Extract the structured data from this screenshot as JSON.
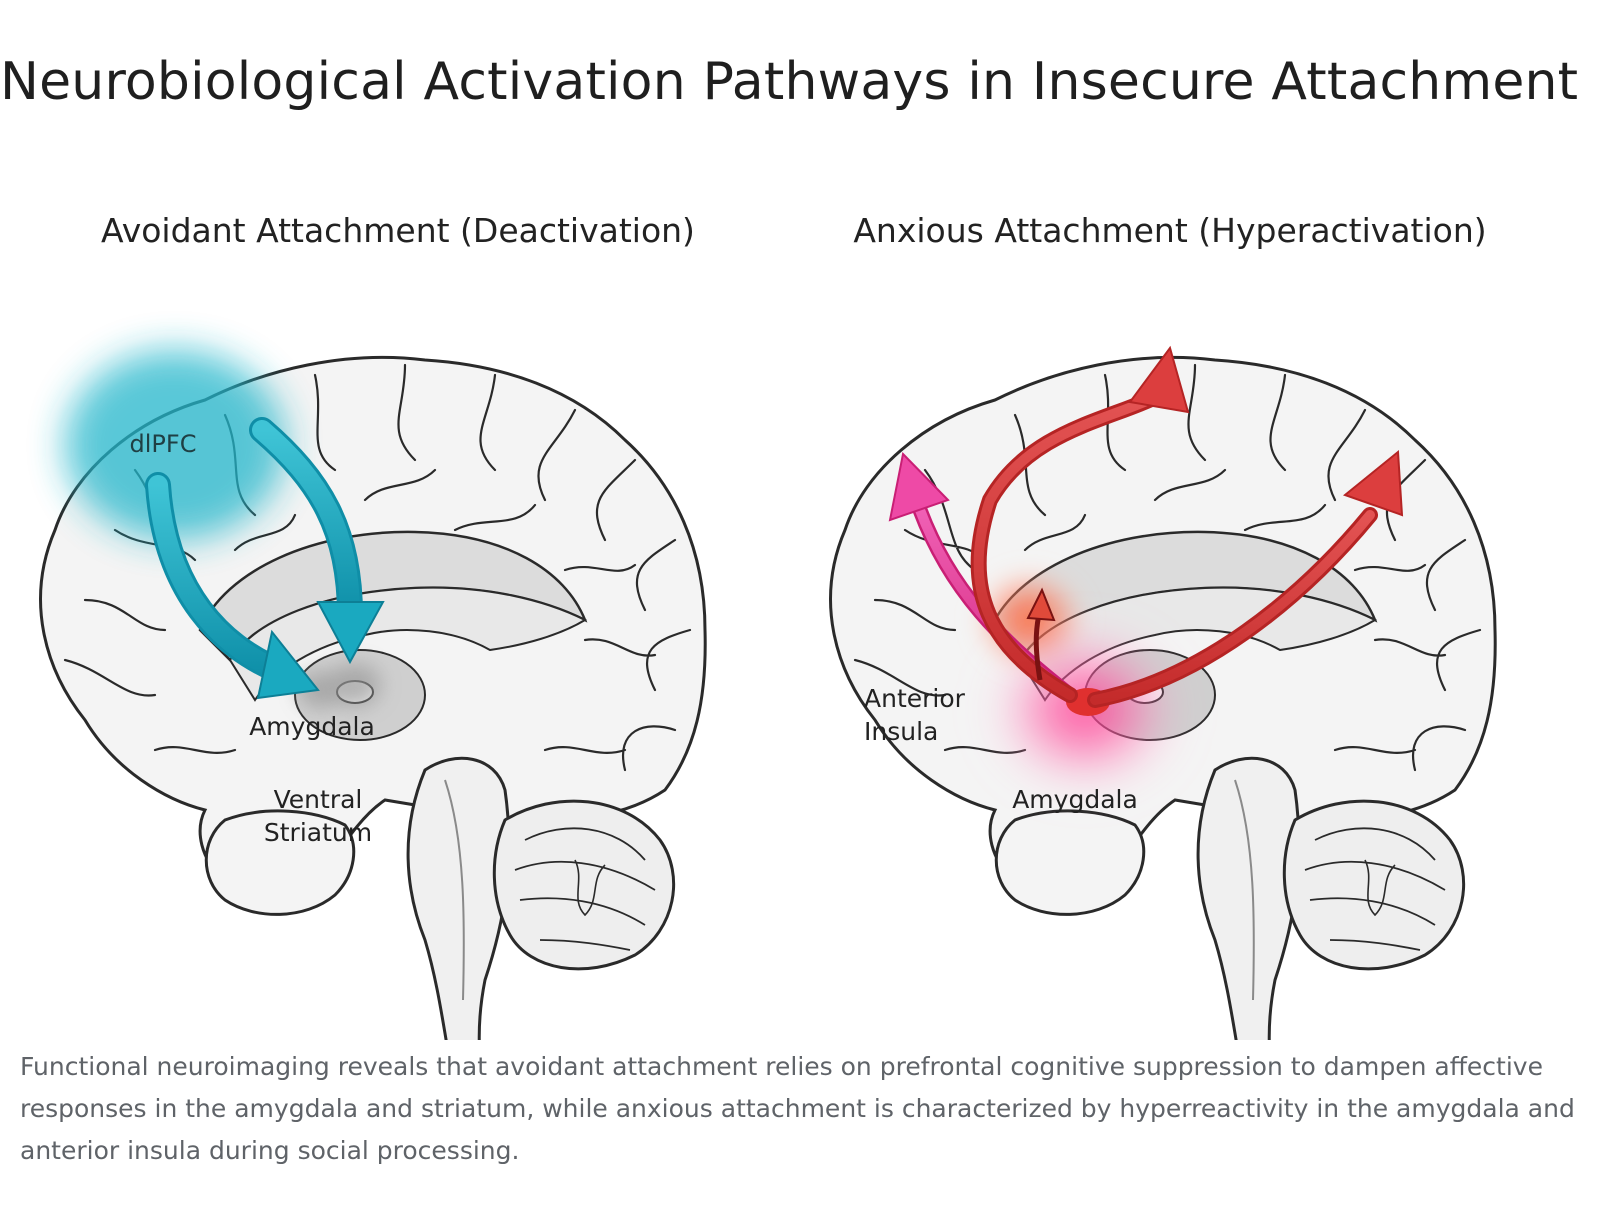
{
  "title": "Neurobiological Activation Pathways in Insecure Attachment",
  "panels": [
    {
      "heading": "Avoidant Attachment (Deactivation)",
      "labels": {
        "dlpfc": "dlPFC",
        "amygdala": "Amygdala",
        "ventral_striatum_line1": "Ventral",
        "ventral_striatum_line2": "Striatum"
      },
      "accent_color": "#1aa9c0"
    },
    {
      "heading": "Anxious Attachment (Hyperactivation)",
      "labels": {
        "anterior_insula_line1": "Anterior",
        "anterior_insula_line2": "Insula",
        "amygdala": "Amygdala"
      },
      "accent_colors": {
        "red": "#d93a3a",
        "magenta": "#e8409a"
      }
    }
  ],
  "caption": "Functional neuroimaging reveals that avoidant attachment relies on prefrontal cognitive suppression to dampen affective responses in the amygdala and striatum, while anxious attachment is characterized by hyperreactivity in the amygdala and anterior insula during social processing."
}
